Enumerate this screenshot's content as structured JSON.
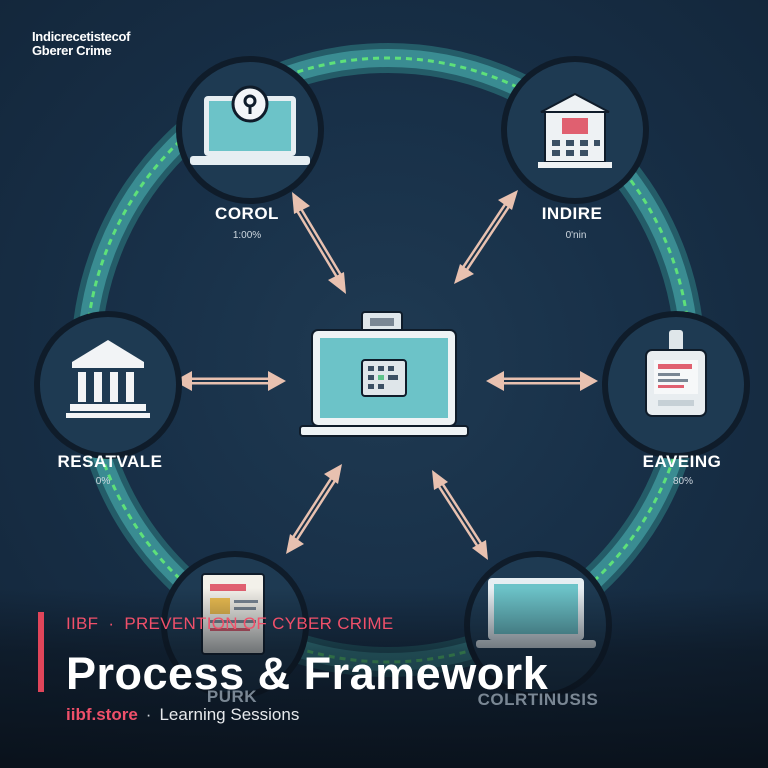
{
  "corner_title": {
    "line1": "Indicrecetistecof",
    "line2": "Gberer Crime"
  },
  "nodes": [
    {
      "id": "top-left",
      "label": "COROL",
      "sub": "1:00%",
      "icon": "laptop-lock-icon"
    },
    {
      "id": "top-right",
      "label": "INDIRE",
      "sub": "0'nin",
      "icon": "building-icon"
    },
    {
      "id": "left",
      "label": "RESATVALE",
      "sub": "0%",
      "icon": "bank-icon"
    },
    {
      "id": "right",
      "label": "EAVEING",
      "sub": "80%",
      "icon": "document-device-icon"
    },
    {
      "id": "bottom-left",
      "label": "PURK",
      "sub": "",
      "icon": "document-icon"
    },
    {
      "id": "bottom-right",
      "label": "COLRTINUSIS",
      "sub": "",
      "icon": "laptop-icon"
    }
  ],
  "center": {
    "icon": "laptop-chip-icon"
  },
  "banner": {
    "brand": "IIBF",
    "separator": "·",
    "category": "PREVENTION OF CYBER CRIME",
    "headline": "Process & Framework",
    "site": "iibf.store",
    "footer_separator": "·",
    "sessions": "Learning Sessions"
  },
  "colors": {
    "background": "#183048",
    "ring": "#2f7f88",
    "ring_dash": "#5ee07a",
    "node_fill": "#1e3a52",
    "node_stroke": "#0f1c2a",
    "screen": "#6cc3c8",
    "arrow": "#e8c1b0",
    "accent": "#e0455a"
  }
}
